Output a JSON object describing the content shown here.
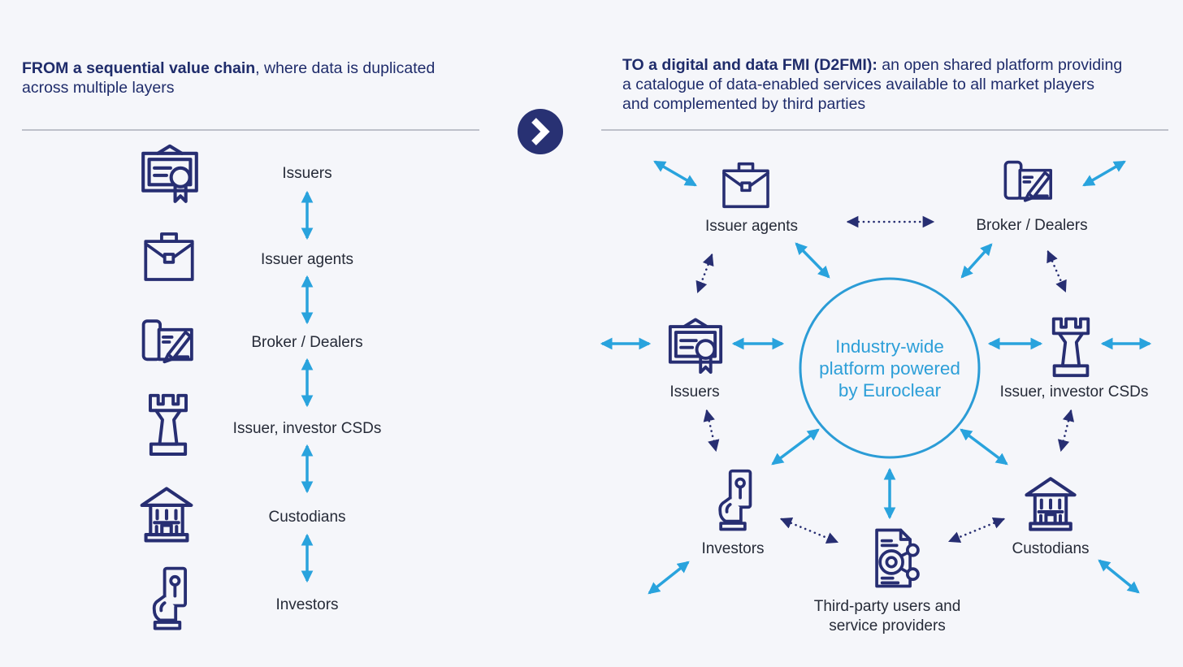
{
  "left_panel": {
    "title_bold": "FROM a sequential value chain",
    "title_line1_rest": ", where data is duplicated",
    "title_line2": "across multiple layers",
    "items": [
      {
        "label": "Issuers",
        "icon": "certificate-icon"
      },
      {
        "label": "Issuer agents",
        "icon": "briefcase-icon"
      },
      {
        "label": "Broker / Dealers",
        "icon": "contract-pen-icon"
      },
      {
        "label": "Issuer, investor CSDs",
        "icon": "rook-icon"
      },
      {
        "label": "Custodians",
        "icon": "bank-icon"
      },
      {
        "label": "Investors",
        "icon": "money-hand-icon"
      }
    ]
  },
  "transition_arrow": {
    "icon": "chevron-right-icon"
  },
  "right_panel": {
    "title_bold": "TO a digital and data FMI (D2FMI):",
    "title_line1_rest": " an open shared platform providing",
    "title_line2": "a catalogue of data-enabled services available to all market players",
    "title_line3": "and complemented by third parties",
    "center_circle": {
      "line1": "Industry-wide",
      "line2": "platform powered",
      "line3": "by Euroclear"
    },
    "nodes": {
      "issuer_agents": {
        "label": "Issuer agents",
        "icon": "briefcase-icon"
      },
      "broker_dealers": {
        "label": "Broker / Dealers",
        "icon": "contract-pen-icon"
      },
      "issuers": {
        "label": "Issuers",
        "icon": "certificate-icon"
      },
      "issuer_investor_csds": {
        "label": "Issuer, investor CSDs",
        "icon": "rook-icon"
      },
      "investors": {
        "label": "Investors",
        "icon": "money-hand-icon"
      },
      "third_party": {
        "label_line1": "Third-party users and",
        "label_line2": "service providers",
        "icon": "share-document-icon"
      },
      "custodians": {
        "label": "Custodians",
        "icon": "bank-icon"
      }
    }
  },
  "colors": {
    "navy_icon": "#272e72",
    "navy_title": "#1f2c6b",
    "cyan_arrow": "#29a3dd",
    "cyan_circle_stroke": "#2b9cd6",
    "cyan_center_text": "#2d9fd8",
    "node_label_text": "#262b38",
    "background": "#f5f6fa",
    "divider": "#878c99"
  }
}
